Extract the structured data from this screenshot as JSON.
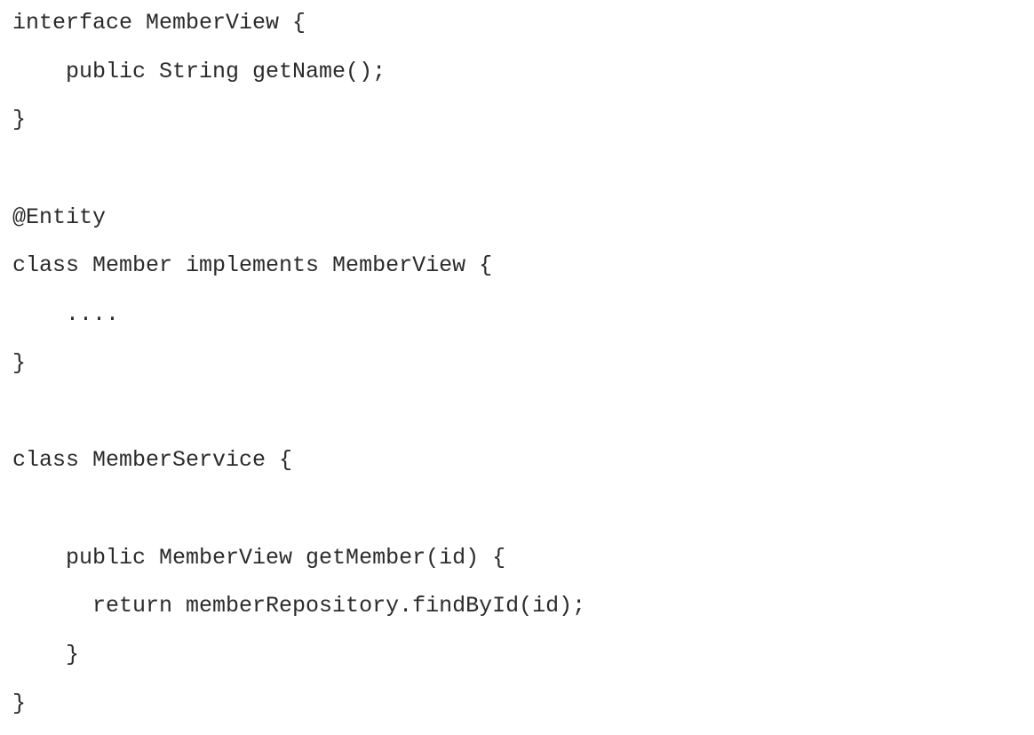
{
  "code": {
    "lines": [
      "interface MemberView {",
      "    public String getName();",
      "}",
      "",
      "@Entity",
      "class Member implements MemberView {",
      "    ....",
      "}",
      "",
      "class MemberService {",
      "",
      "    public MemberView getMember(id) {",
      "      return memberRepository.findById(id);",
      "    }",
      "}"
    ]
  }
}
